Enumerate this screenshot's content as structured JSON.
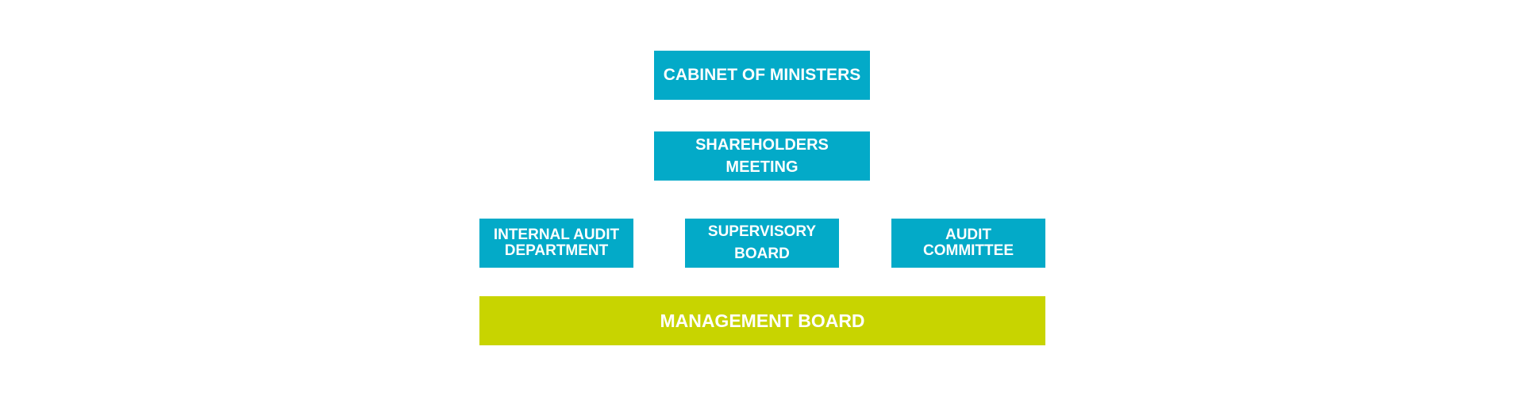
{
  "colors": {
    "body_box": "#03aac8",
    "management_box": "#c8d400",
    "text": "#ffffff"
  },
  "nodes": {
    "cabinet": "CABINET OF MINISTERS",
    "shareholders": "SHAREHOLDERS\nMEETING",
    "internal_audit": "INTERNAL AUDIT\nDEPARTMENT",
    "supervisory_board": "SUPERVISORY\nBOARD",
    "audit_committee": "AUDIT\nCOMMITTEE",
    "management_board": "MANAGEMENT BOARD"
  }
}
